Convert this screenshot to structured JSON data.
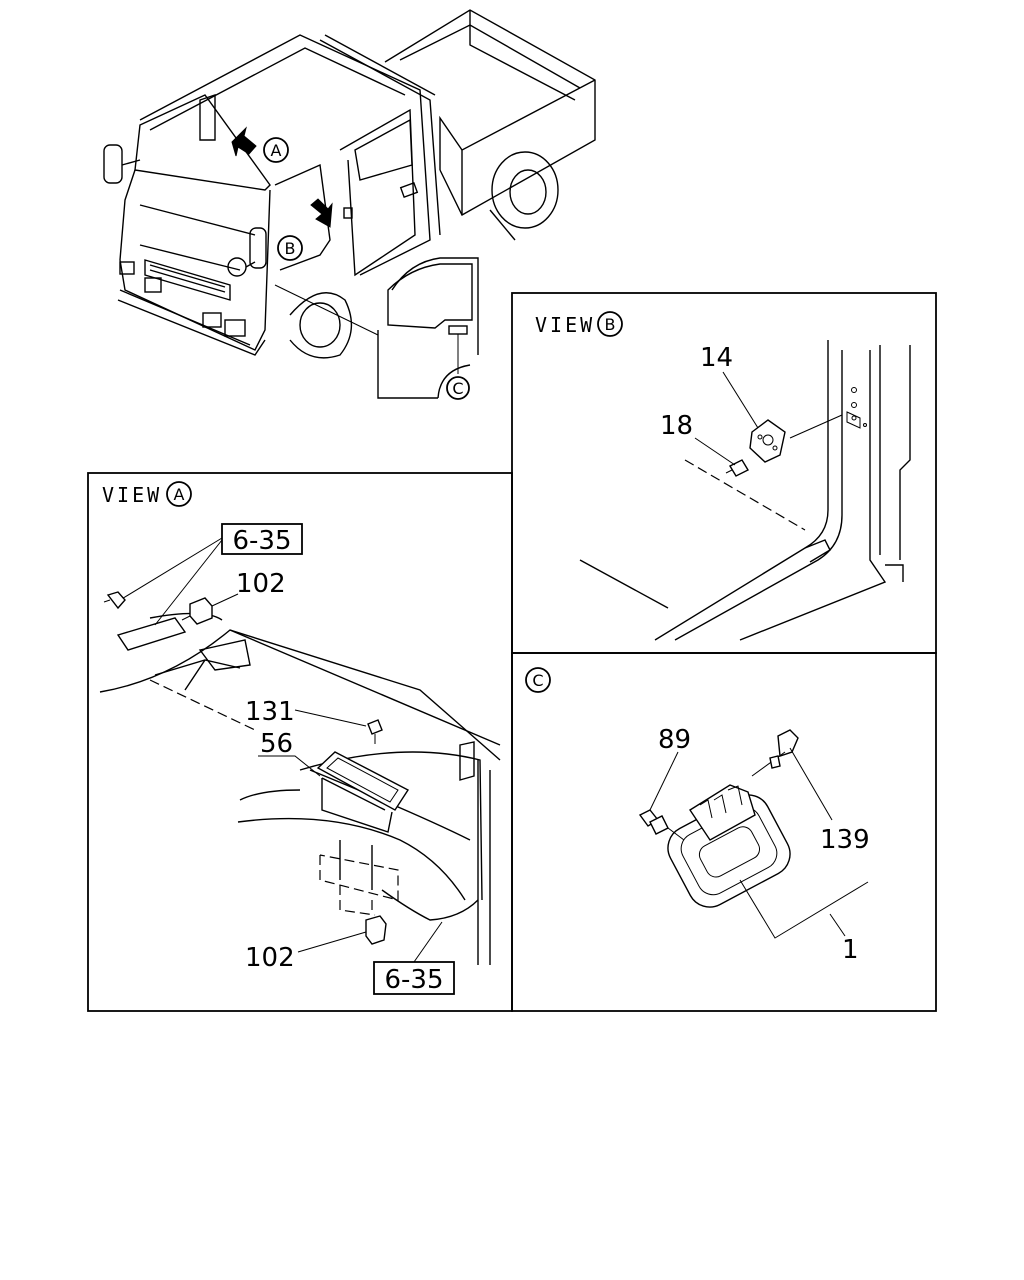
{
  "truck": {
    "markers": [
      "A",
      "B",
      "C"
    ]
  },
  "view_a": {
    "title": "VIEW",
    "marker": "A",
    "parts": {
      "ref_top": "6-35",
      "clip_top": "102",
      "screw": "131",
      "pocket": "56",
      "clip_bottom": "102",
      "ref_bottom": "6-35"
    }
  },
  "view_b": {
    "title": "VIEW",
    "marker": "B",
    "parts": {
      "striker": "14",
      "screw": "18"
    }
  },
  "view_c": {
    "marker": "C",
    "parts": {
      "bolt": "89",
      "pin": "139",
      "handle": "1"
    }
  }
}
